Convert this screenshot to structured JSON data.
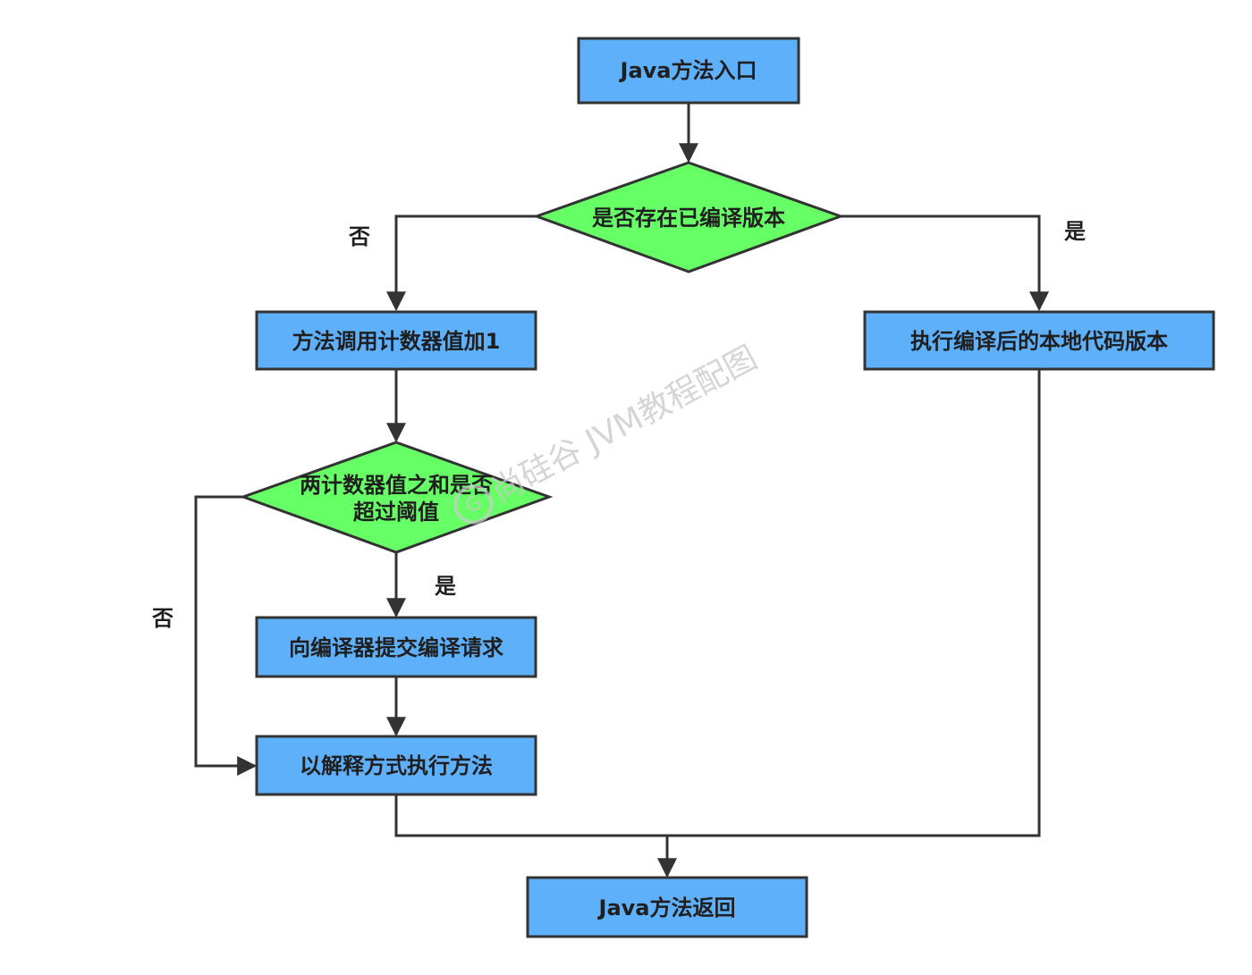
{
  "diagram": {
    "nodes": {
      "entry": "Java方法入口",
      "has_compiled": "是否存在已编译版本",
      "counter_increment": "方法调用计数器值加1",
      "threshold_line1": "两计数器值之和是否",
      "threshold_line2": "超过阈值",
      "submit_compile": "向编译器提交编译请求",
      "interpret": "以解释方式执行方法",
      "run_native": "执行编译后的本地代码版本",
      "return": "Java方法返回"
    },
    "edges": {
      "compiled_no": "否",
      "compiled_yes": "是",
      "threshold_yes": "是",
      "threshold_no": "否"
    },
    "watermark": "尚硅谷 JVM教程配图",
    "watermark_logo_glyph": "G",
    "colors": {
      "process_fill": "#5fb0fb",
      "decision_fill": "#66ff66",
      "stroke": "#333333",
      "text": "#1f1f1f"
    }
  }
}
